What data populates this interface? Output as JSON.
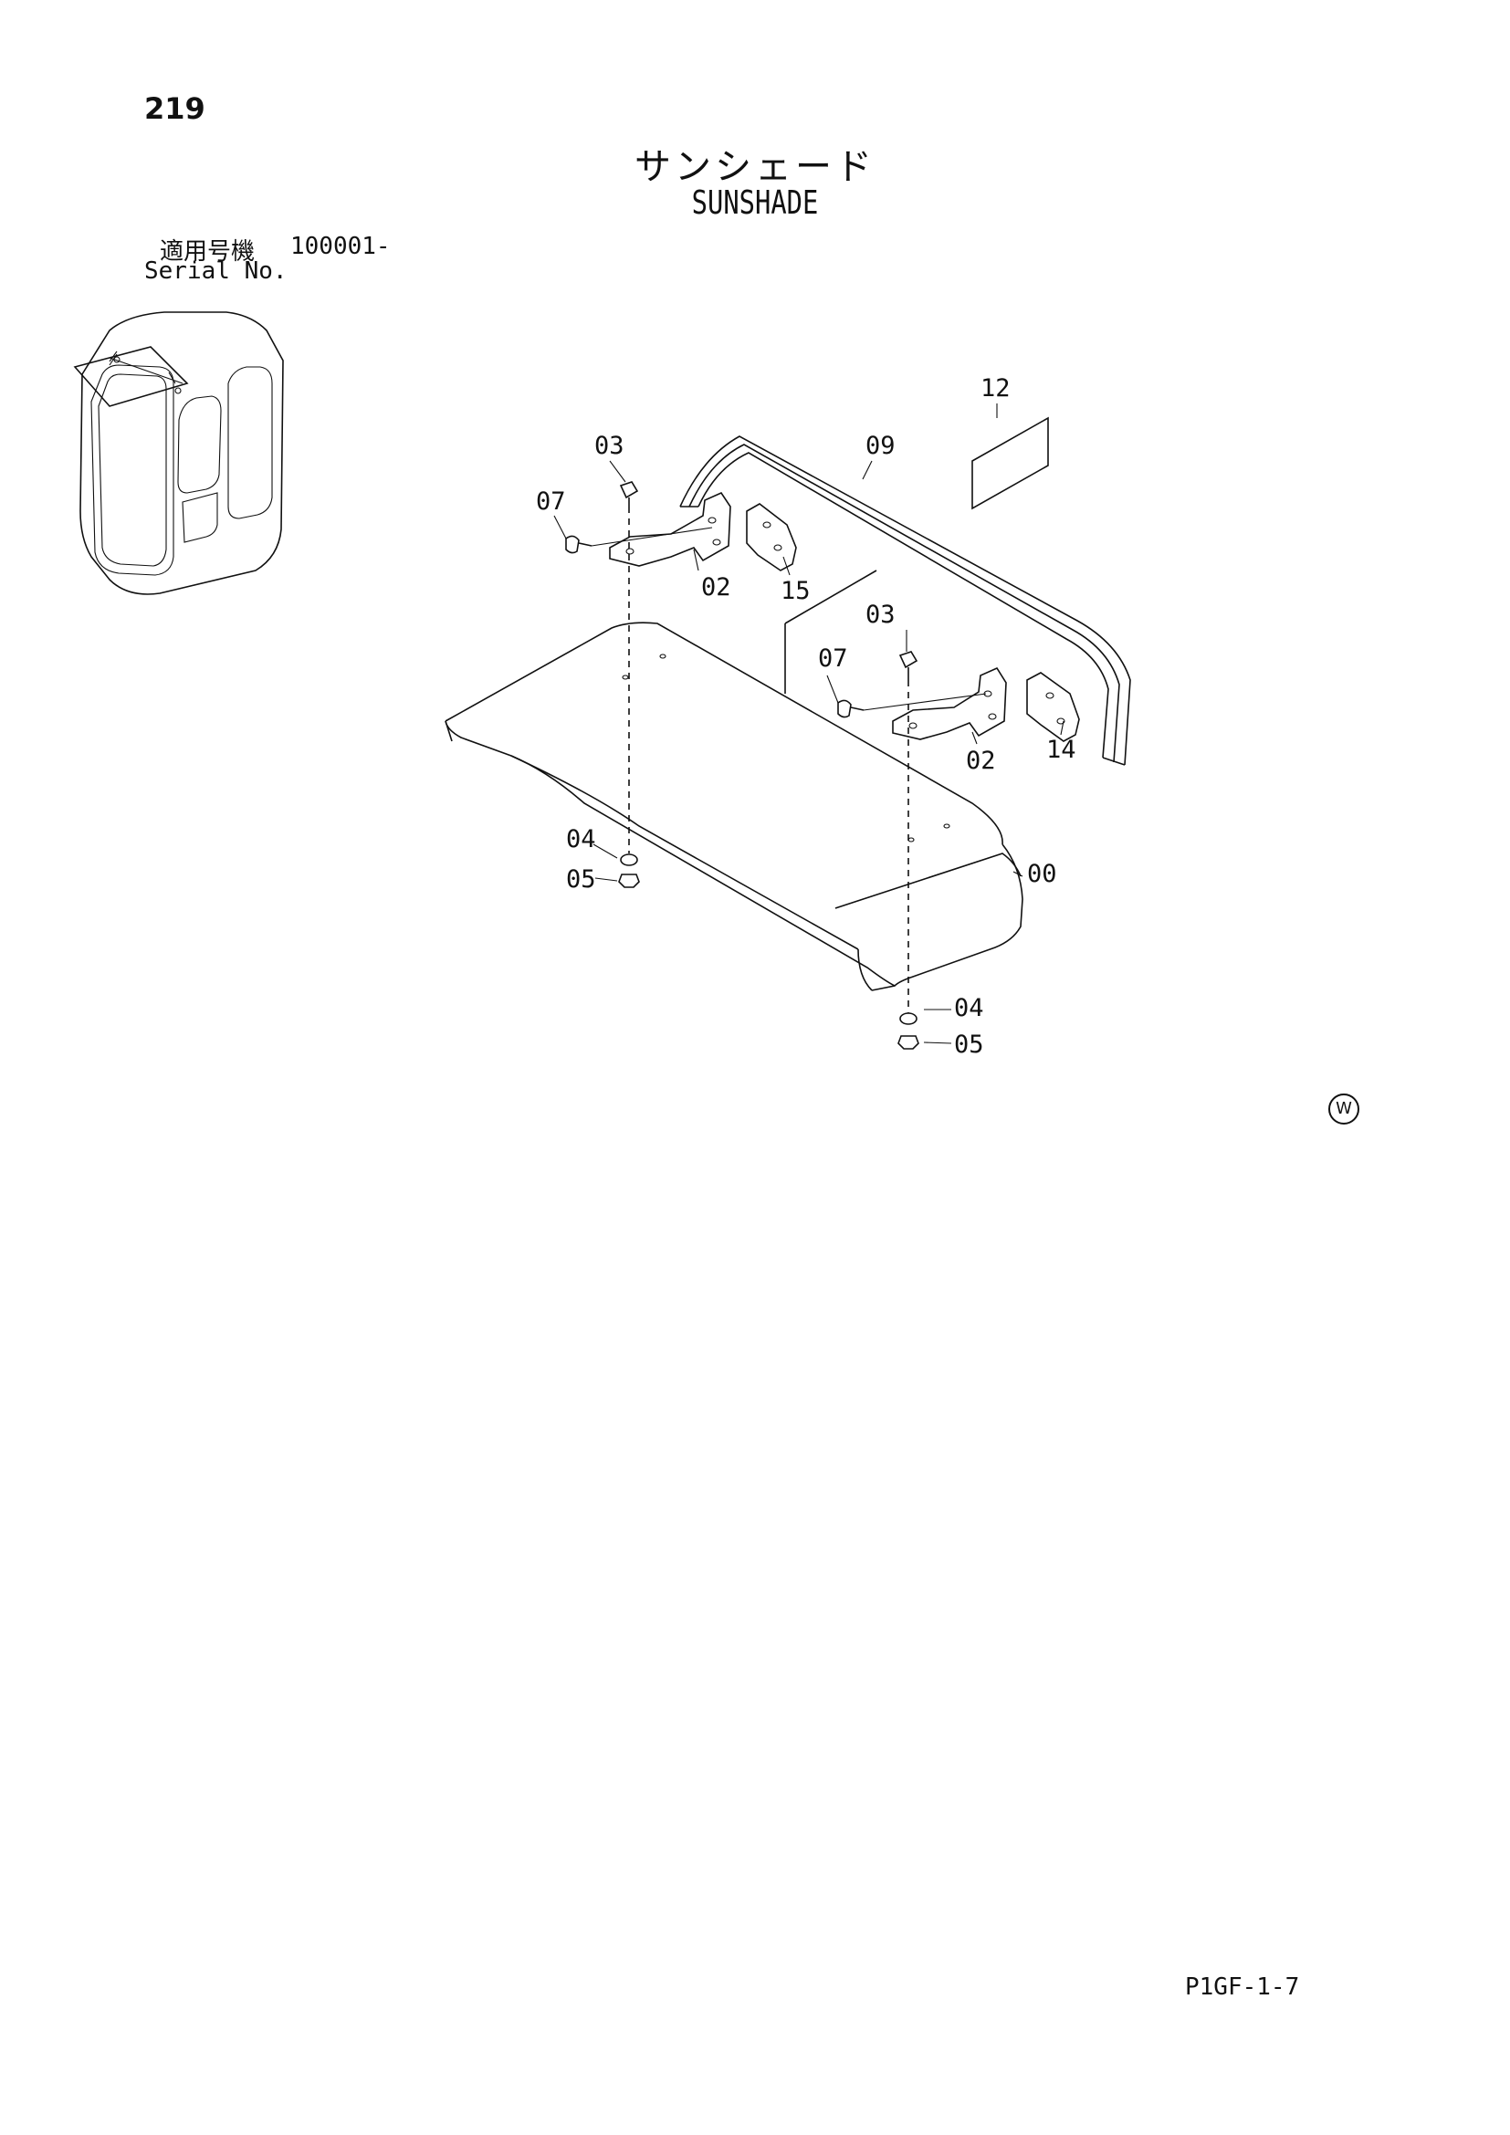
{
  "page_number": "219",
  "title_jp": "サンシェード",
  "title_en": "SUNSHADE",
  "serial_label_jp": "適用号機",
  "serial_range": "100001-",
  "serial_label_en": "Serial No.",
  "callouts": [
    "12",
    "03",
    "09",
    "07",
    "02",
    "15",
    "03",
    "07",
    "02",
    "14",
    "04",
    "05",
    "00",
    "04",
    "05"
  ],
  "w_mark": "W",
  "page_code": "P1GF-1-7"
}
